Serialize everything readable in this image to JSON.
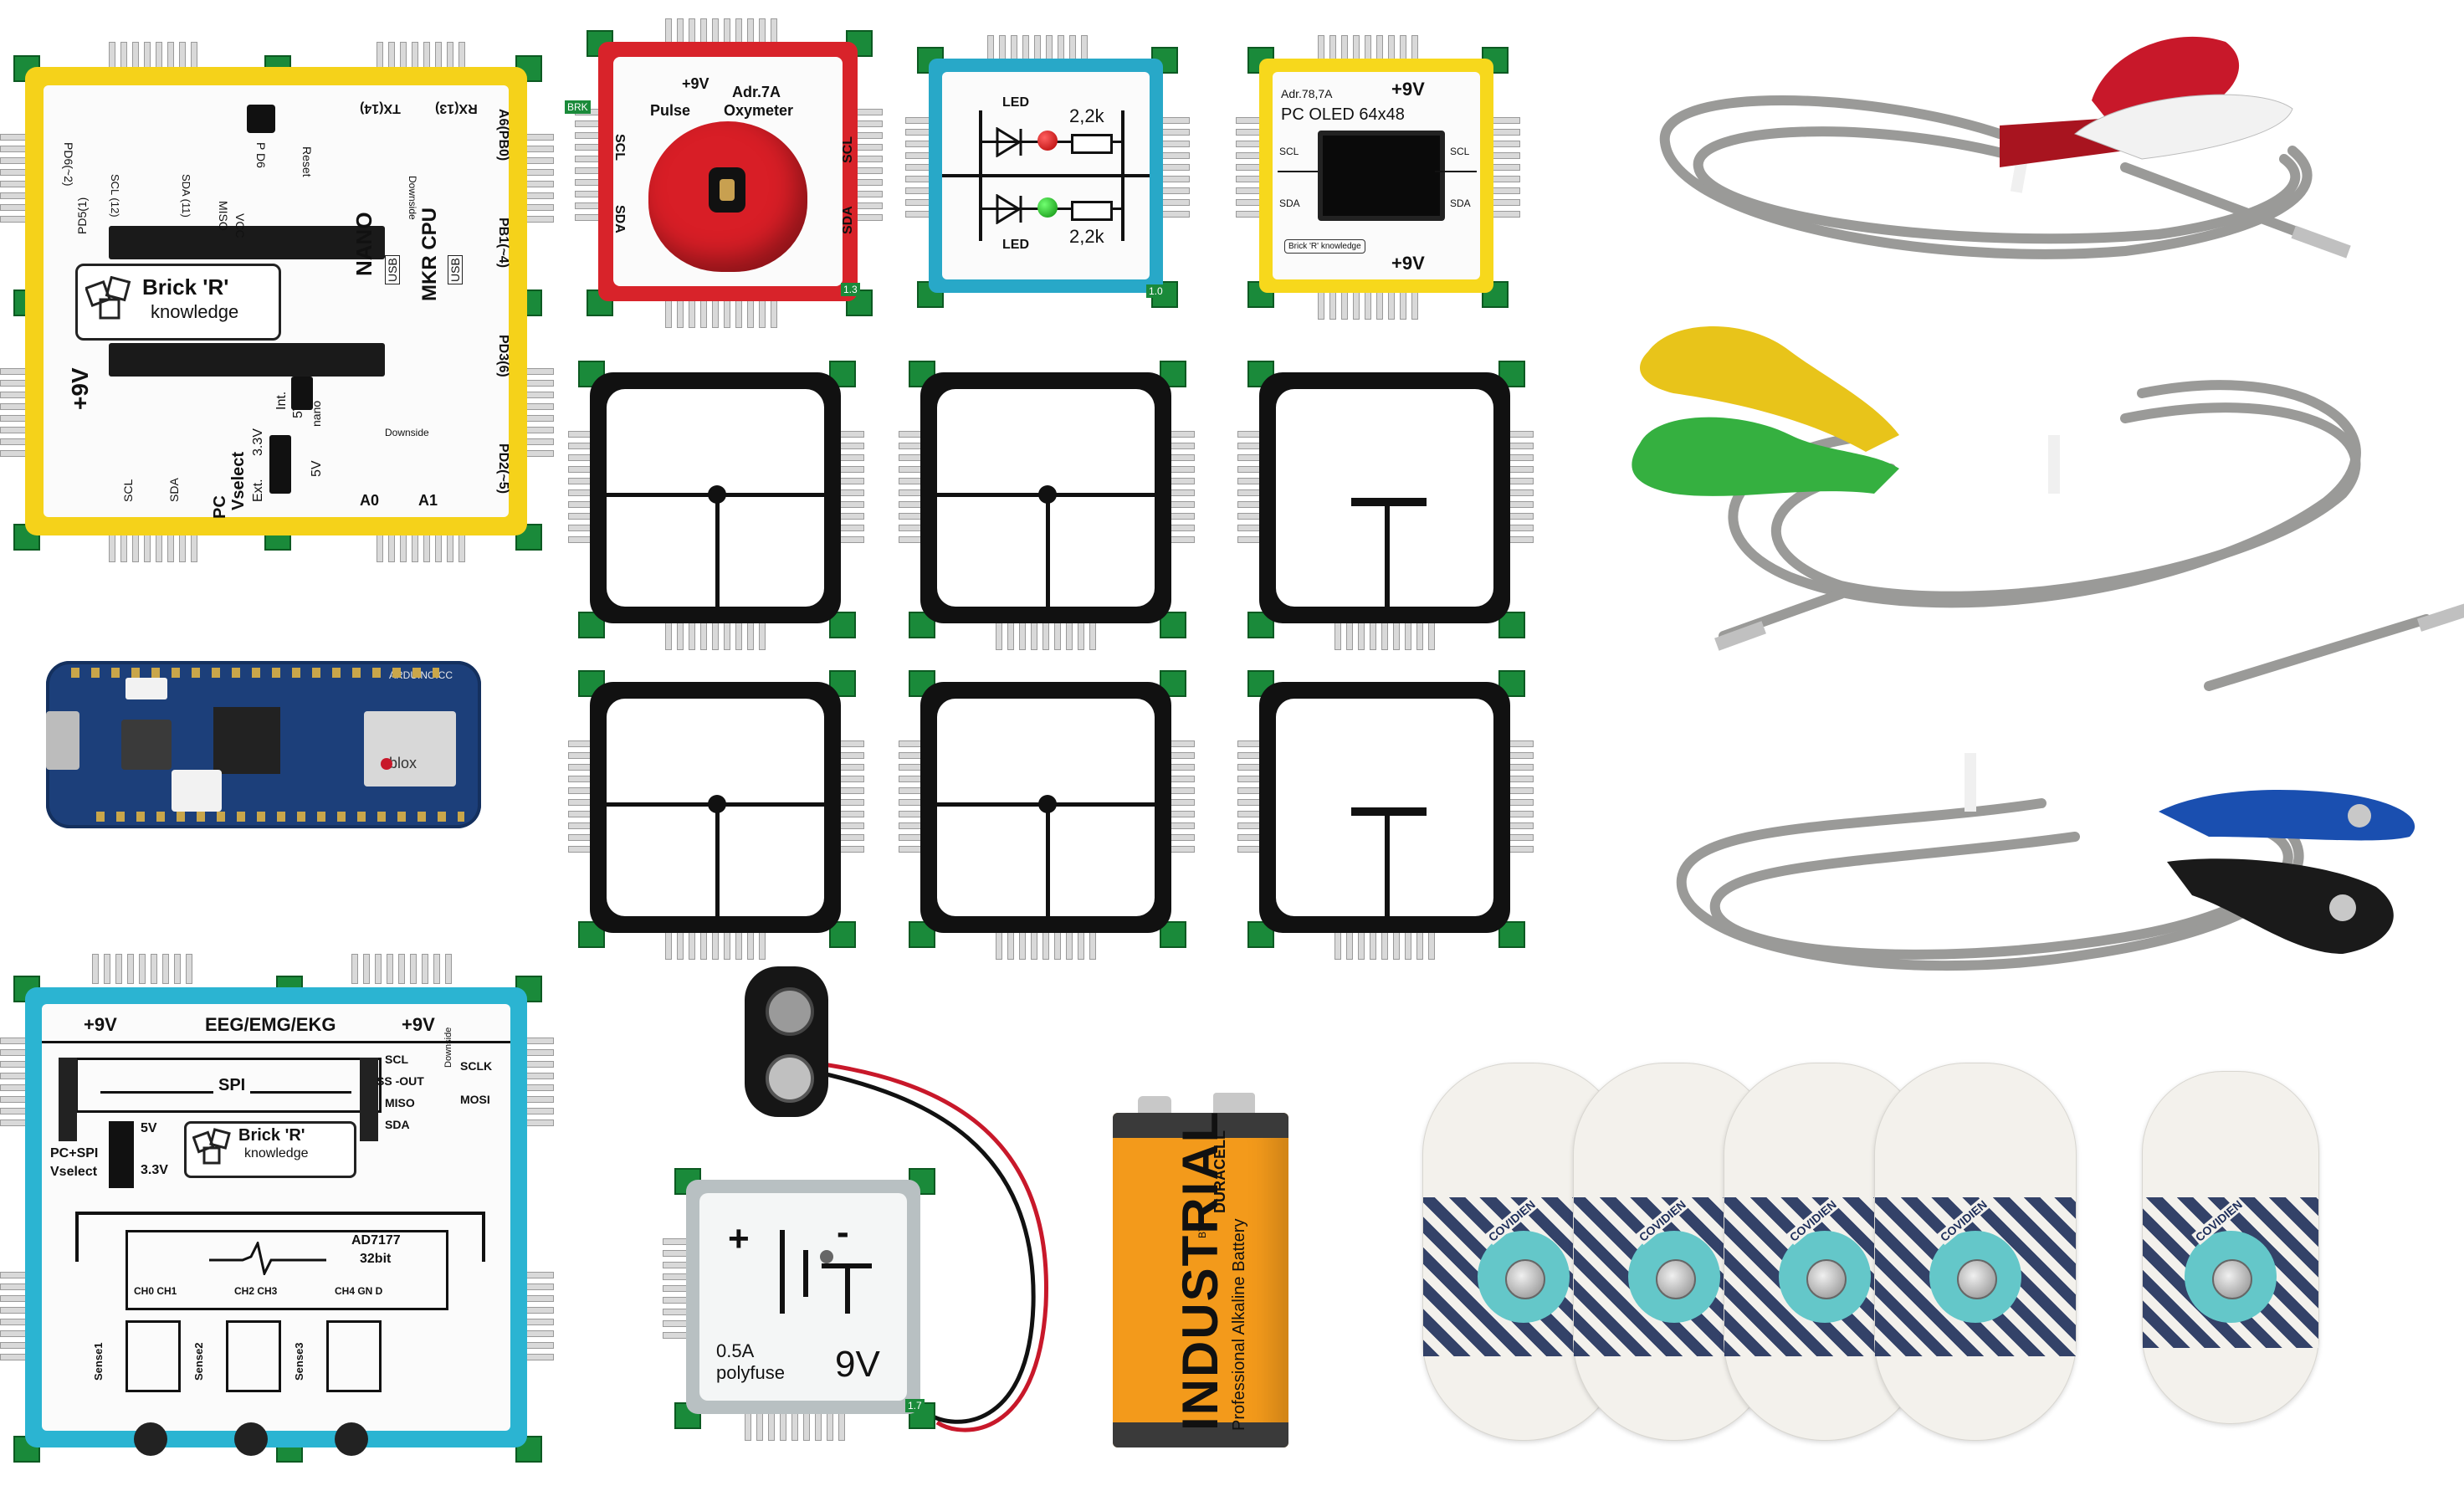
{
  "colors": {
    "yellow_brick": "#f5d21a",
    "red_brick": "#d8232a",
    "teal_brick": "#28a8c8",
    "oled_brick": "#f7d81c",
    "eeg_brick": "#2bb4d2",
    "black_brick": "#141414",
    "connector_green": "#1a8a3a",
    "arduino_blue": "#1c3f7a",
    "battery_orange": "#f39a1b",
    "cable_grey": "#9a9a98",
    "snap_red": "#c8182a",
    "snap_yellow": "#e8c41a",
    "snap_green": "#35b040",
    "snap_blue": "#1a4fb0",
    "snap_black": "#1a1a1a",
    "electrode_pattern": "#1e2e5a",
    "electrode_teal": "#64c7c9"
  },
  "nano_brick": {
    "logo_line1": "Brick 'R'",
    "logo_line2": "knowledge",
    "nano": "NANO",
    "mkr_cpu": "MKR CPU",
    "usb_left": "USB",
    "usb_right": "USB",
    "plus9v": "+9V",
    "pc": "PC",
    "vselect": "Vselect",
    "ext": "Ext.",
    "v33": "3.3V",
    "v5": "5V",
    "int": "Int.",
    "nano_small": "nano",
    "v5b": "5V",
    "a0": "A0",
    "a1": "A1",
    "downside_top": "Downside",
    "downside_bottom": "Downside",
    "reset": "Reset",
    "miso": "MISO",
    "vcc": "VCC",
    "pd6": "P D6",
    "tx": "TX(14)",
    "rx": "RX(13)",
    "a6": "A6(PB0)",
    "pb1": "PB1(~4)",
    "pd3": "PD3(6)",
    "pd2": "PD2(~5)",
    "pd5": "PD5(1)",
    "pd6b": "PD6(~2)",
    "scl": "SCL",
    "sda": "SDA",
    "scl12": "SCL (12)",
    "sda11": "SDA (11)"
  },
  "pulse_brick": {
    "plus9v": "+9V",
    "adr": "Adr.7A",
    "pulse": "Pulse",
    "oxymeter": "Oxymeter",
    "scl_left": "SCL",
    "scl_right": "SCL",
    "sda_left": "SDA",
    "sda_right": "SDA",
    "version": "1.3",
    "side_code": "BRK"
  },
  "led_brick": {
    "led_top": "LED",
    "res_top": "2,2k",
    "led_bottom": "LED",
    "res_bottom": "2,2k",
    "version": "1.0"
  },
  "oled_brick": {
    "adr": "Adr.78,7A",
    "plus9v_top": "+9V",
    "title": "PC OLED  64x48",
    "scl_left": "SCL",
    "scl_right": "SCL",
    "sda_left": "SDA",
    "sda_right": "SDA",
    "logo": "Brick 'R' knowledge",
    "plus9v_bottom": "+9V"
  },
  "arduino": {
    "brand": "ARDUINO.CC",
    "module": "blox"
  },
  "eeg_brick": {
    "plus9v_left": "+9V",
    "title": "EEG/EMG/EKG",
    "plus9v_right": "+9V",
    "spi": "SPI",
    "scl": "SCL",
    "ss_out": "SS -OUT",
    "miso": "MISO",
    "sda": "SDA",
    "sclk": "SCLK",
    "mosi": "MOSI",
    "downside": "Downside",
    "v5": "5V",
    "v33": "3.3V",
    "pc_spi": "PC+SPI",
    "vselect": "Vselect",
    "logo_line1": "Brick 'R'",
    "logo_line2": "knowledge",
    "chip": "AD7177",
    "bits": "32bit",
    "ch0": "CH0 CH1",
    "ch2": "CH2 CH3",
    "ch4": "CH4 GN  D",
    "sense1": "Sense1",
    "sense2": "Sense2",
    "sense3": "Sense3"
  },
  "battery_brick": {
    "plus": "+",
    "minus": "-",
    "fuse_line1": "0.5A",
    "fuse_line2": "polyfuse",
    "voltage": "9V",
    "version": "1.7"
  },
  "battery": {
    "brand_big": "INDUSTRIAL",
    "by": "BY",
    "brand": "DURACELL",
    "subtitle": "Professional Alkaline Battery"
  },
  "electrodes": {
    "brand": "COVIDIEN",
    "count": 5
  }
}
